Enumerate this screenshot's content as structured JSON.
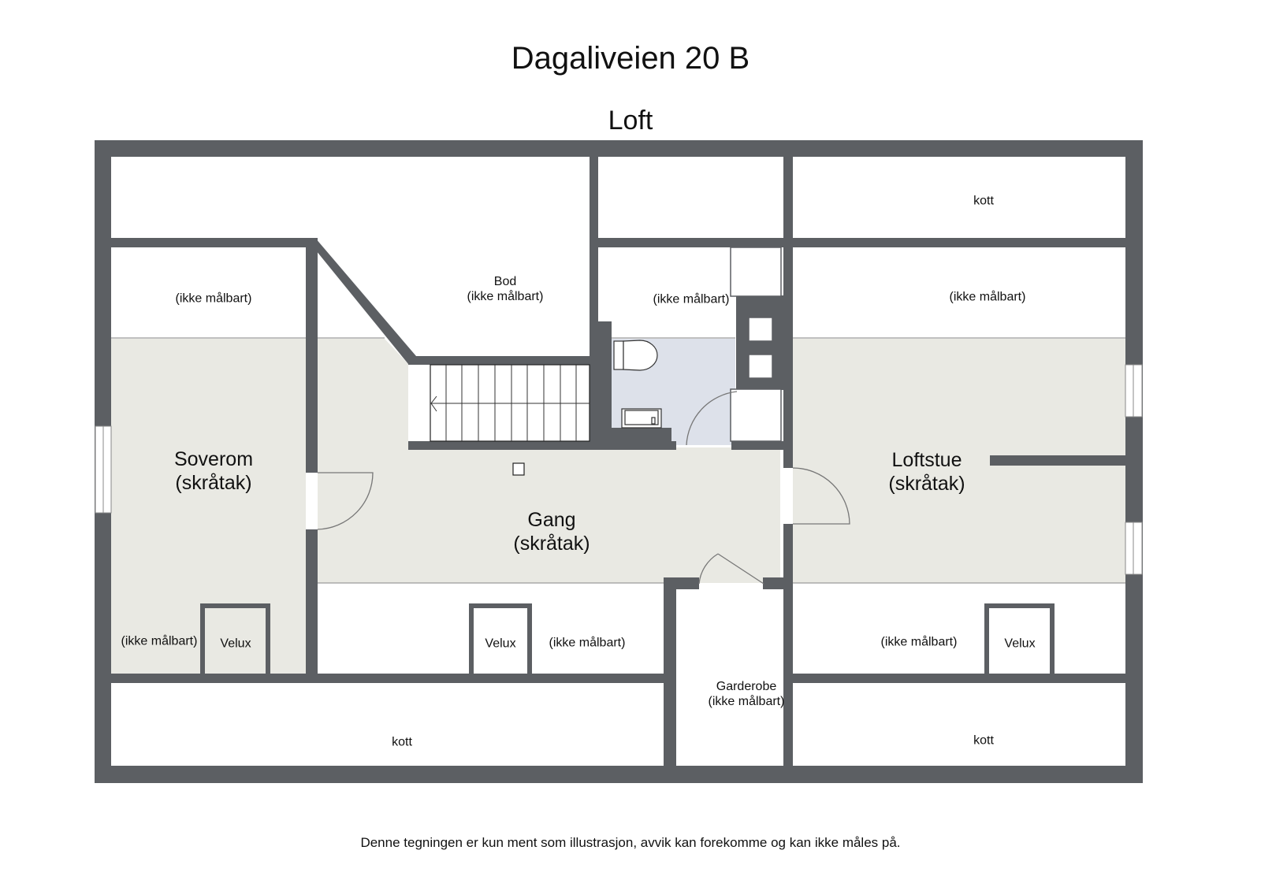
{
  "header": {
    "title": "Dagaliveien 20 B",
    "floor": "Loft"
  },
  "footer": {
    "disclaimer": "Denne tegningen er kun ment som illustrasjon, avvik kan forekomme og kan ikke måles på."
  },
  "colors": {
    "wall": "#5c5f63",
    "room_fill": "#e9e9e3",
    "bath_fill": "#dde1ea",
    "unmeasured_fill": "#ffffff"
  },
  "rooms": {
    "soverom": {
      "name": "Soverom",
      "note": "(skråtak)"
    },
    "gang": {
      "name": "Gang",
      "note": "(skråtak)"
    },
    "loftstue": {
      "name": "Loftstue",
      "note": "(skråtak)"
    },
    "bod": {
      "name": "Bod",
      "note": "(ikke målbart)"
    },
    "garderobe": {
      "name": "Garderobe",
      "note": "(ikke målbart)"
    },
    "bath_upper": {
      "note": "(ikke målbart)"
    },
    "soverom_upper": {
      "note": "(ikke målbart)"
    },
    "loftstue_upper": {
      "note": "(ikke målbart)"
    },
    "soverom_lower": {
      "note": "(ikke målbart)"
    },
    "gang_lower": {
      "note": "(ikke målbart)"
    },
    "loftstue_lower": {
      "note": "(ikke målbart)"
    },
    "kott_top_right": {
      "name": "kott"
    },
    "kott_bottom_left": {
      "name": "kott"
    },
    "kott_bottom_right": {
      "name": "kott"
    }
  },
  "skylights": [
    {
      "label": "Velux"
    },
    {
      "label": "Velux"
    },
    {
      "label": "Velux"
    }
  ]
}
